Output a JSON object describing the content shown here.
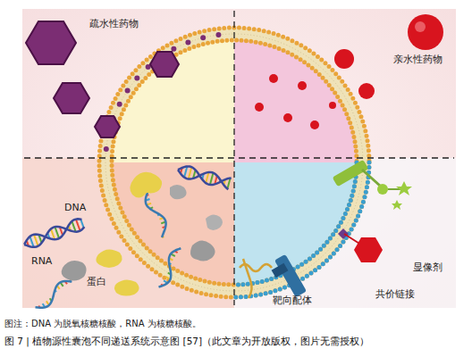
{
  "diagram": {
    "caption": "图 7 | 植物源性囊泡不同递送系统示意图 [57]（此文章为开放版权，图片无需授权）",
    "labels": [
      "疏水性药物",
      "亲水性药物",
      "DNA",
      "RNA",
      "蛋白",
      "显像剂",
      "共价链接",
      "靶向配体",
      "图注：DNA 为脱氧核糖核酸，RNA 为核糖核酸。"
    ]
  }
}
